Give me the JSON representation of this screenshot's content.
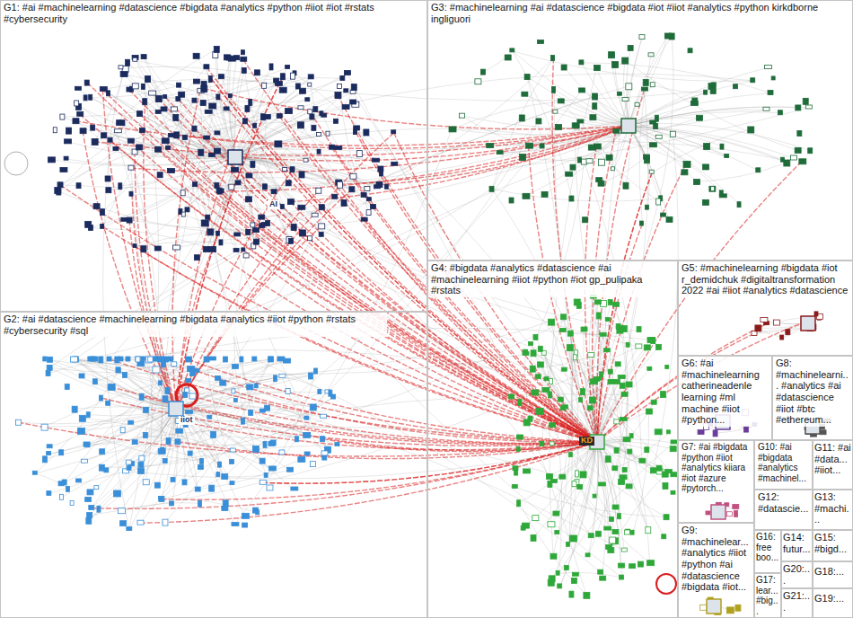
{
  "diagram": {
    "nodes": [
      {
        "text": [
          "G1: #ai #machinelearning #datascience #bigdata #analytics #python #iiot #iot #rstats #cybersecurity"
        ]
      },
      {
        "text": [
          "G3: #machinelearning #ai #datascience #bigdata #iot #iiot #analytics #python kirkdborne ingliguori"
        ]
      },
      {
        "text": [
          "G2: #ai #datascience #machinelearning #bigdata #analytics #iiot #python #rstats #cybersecurity #sql"
        ]
      },
      {
        "text": [
          "G4: #bigdata #analytics #datascience #ai #machinelearning #iiot #python #iot gp_pulipaka #rstats"
        ]
      },
      {
        "text": [
          "G5: #machinelearning #bigdata #iot r_demidchuk #digitaltransformation 2022 #ai #iiot #analytics #datascience"
        ]
      },
      {
        "text": [
          "G6: #ai #machinelearning catherineadenle learning #ml machine #iiot #python..."
        ]
      },
      {
        "text": [
          "G8: #machinelearni... #analytics #ai #datascience #iiot #btc #ethereum..."
        ]
      },
      {
        "text": [
          "G7: #ai #bigdata #python #iiot #analytics kiiara #iot #azure #pytorch..."
        ]
      },
      {
        "text": [
          "G10: #ai #bigdata #analytics #machinel..."
        ]
      },
      {
        "text": [
          "G11: #ai #data... #iiot..."
        ]
      },
      {
        "text": [
          "G12: #datascie..."
        ]
      },
      {
        "text": [
          "G13: #machi..."
        ]
      },
      {
        "text": [
          "G9: #machinelear... #analytics #iiot #python #ai #datascience #bigdata #iot..."
        ]
      },
      {
        "text": [
          "G16: free boo..."
        ]
      },
      {
        "text": [
          "G14: futur..."
        ]
      },
      {
        "text": [
          "G15: #bigd..."
        ]
      },
      {
        "text": [
          "G20:..."
        ]
      },
      {
        "text": [
          "G18:..."
        ]
      },
      {
        "text": [
          "G17: lear... #big..."
        ]
      },
      {
        "text": [
          "G21:..."
        ]
      },
      {
        "text": [
          "G19:..."
        ]
      }
    ],
    "labels": [
      "AI",
      "iiot",
      "KD"
    ]
  }
}
